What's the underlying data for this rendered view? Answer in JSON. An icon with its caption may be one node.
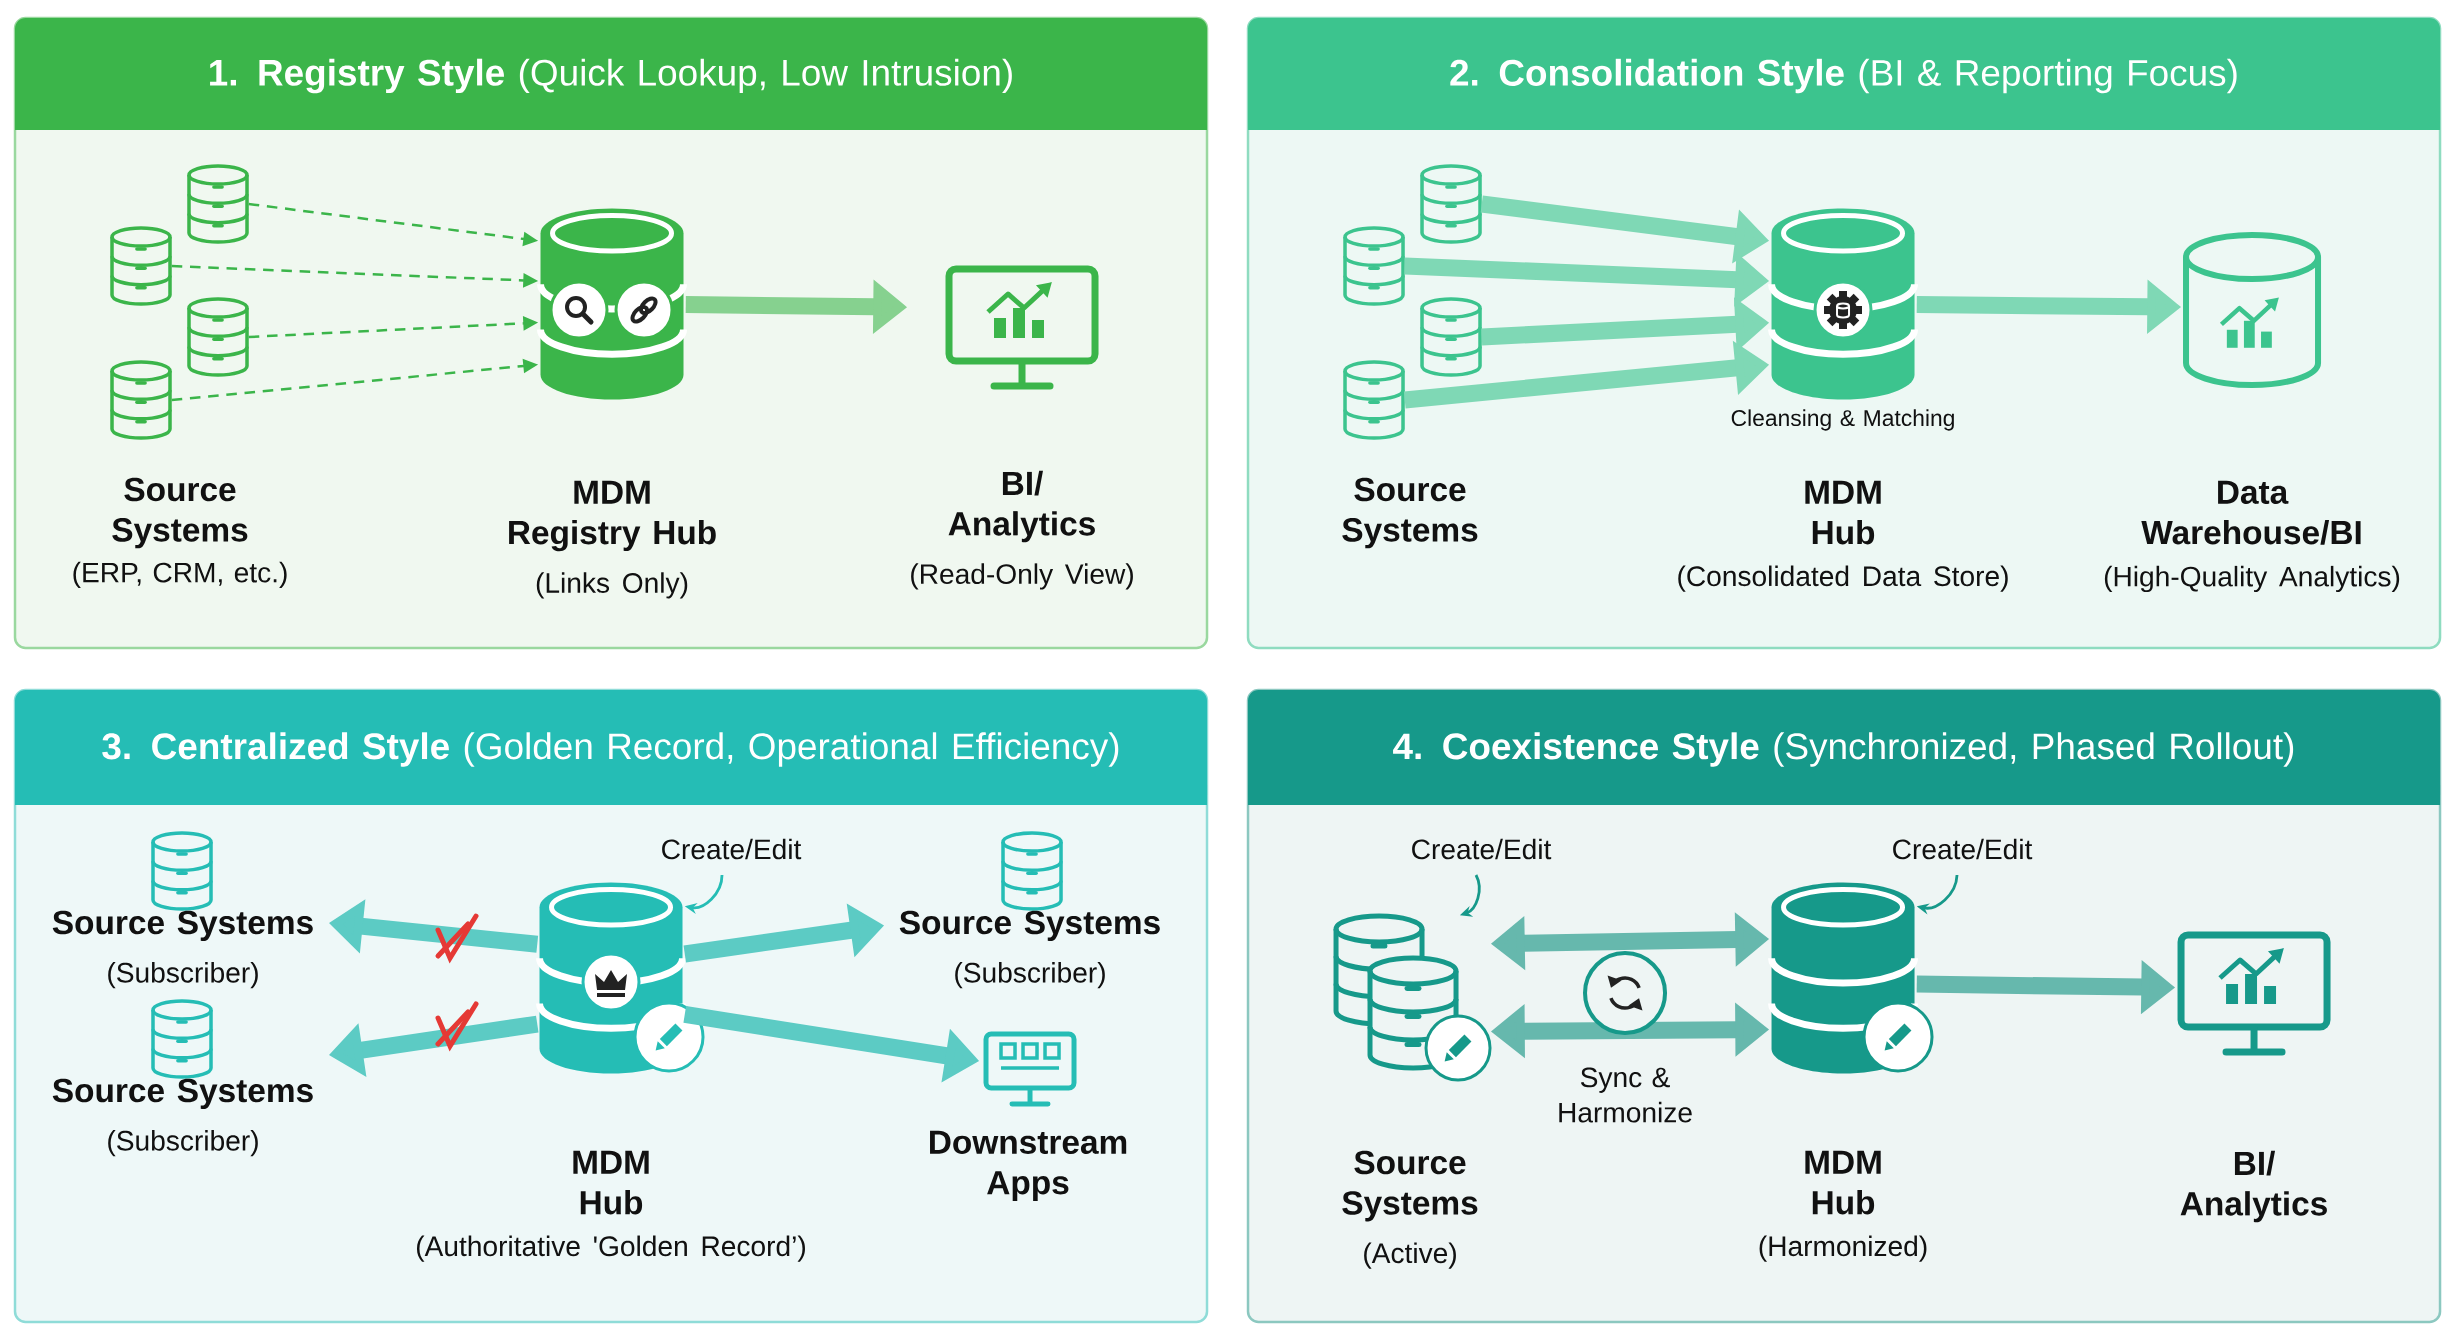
{
  "diagram": {
    "nodes": [
      {
        "text": [
          "**1. Registry Style** (Quick Lookup, Low Intrusion)"
        ]
      },
      {
        "text": [],
        "shape": "cylinder",
        "in": 0
      },
      {
        "text": [],
        "shape": "cylinder",
        "in": 0
      },
      {
        "text": [],
        "shape": "cylinder",
        "in": 0
      },
      {
        "text": [],
        "shape": "cylinder",
        "in": 0
      },
      {
        "text": [
          "MDM Registry Hub",
          "(Links Only)"
        ],
        "in": 0
      },
      {
        "text": [
          "BI/ Analytics",
          "(Read-Only View)"
        ],
        "in": 0
      },
      {
        "text": [
          "**2. Consolidation Style** (BI & Reporting Focus)"
        ]
      },
      {
        "text": [],
        "shape": "cylinder",
        "in": 7
      },
      {
        "text": [],
        "shape": "cylinder",
        "in": 7
      },
      {
        "text": [],
        "shape": "cylinder",
        "in": 7
      },
      {
        "text": [],
        "shape": "cylinder",
        "in": 7
      },
      {
        "text": [
          "MDM Hub",
          "(Consolidated Data Store)"
        ],
        "beside": [
          "Cleansing & Matching"
        ],
        "in": 7
      },
      {
        "text": [
          "Data Warehouse/BI",
          "(High-Quality Analytics)"
        ],
        "in": 7
      },
      {
        "text": [
          "**3. Centralized Style** (Golden Record, Operational Efficiency)"
        ]
      },
      {
        "text": [
          "Source Systems",
          "(Subscriber)"
        ],
        "in": 14
      },
      {
        "text": [
          "Source Systems",
          "(Subscriber)"
        ],
        "in": 14
      },
      {
        "text": [
          "MDM Hub",
          "(Authoritative 'Golden Record’)"
        ],
        "beside": [
          "Create/Edit"
        ],
        "in": 14
      },
      {
        "text": [
          "Source Systems",
          "(Subscriber)"
        ],
        "in": 14
      },
      {
        "text": [
          "Downstream Apps"
        ],
        "in": 14
      },
      {
        "text": [
          "**4. Coexistence Style** (Synchronized, Phased Rollout)"
        ]
      },
      {
        "text": [
          "Source Systems",
          "(Active)"
        ],
        "beside": [
          "Create/Edit"
        ],
        "in": 20
      },
      {
        "text": [
          "MDM Hub",
          "(Harmonized)"
        ],
        "beside": [
          "Create/Edit"
        ],
        "in": 20
      },
      {
        "text": [
          "BI/ Analytics"
        ],
        "in": 20
      }
    ],
    "edges": [
      {
        "from": 1,
        "to": 5,
        "arrow": "to",
        "style": "dashed",
        "color": "#3bb54a"
      },
      {
        "from": 2,
        "to": 5,
        "arrow": "to",
        "style": "dashed",
        "color": "#3bb54a"
      },
      {
        "from": 3,
        "to": 5,
        "arrow": "to",
        "style": "dashed",
        "color": "#3bb54a"
      },
      {
        "from": 4,
        "to": 5,
        "arrow": "to",
        "style": "dashed",
        "color": "#3bb54a"
      },
      {
        "from": 5,
        "to": 6,
        "arrow": "to",
        "color": "#86d18f"
      },
      {
        "from": 8,
        "to": 12,
        "arrow": "to",
        "color": "#7fd8b5"
      },
      {
        "from": 9,
        "to": 12,
        "arrow": "to",
        "color": "#7fd8b5"
      },
      {
        "from": 10,
        "to": 12,
        "arrow": "to",
        "color": "#7fd8b5"
      },
      {
        "from": 11,
        "to": 12,
        "arrow": "to",
        "color": "#7fd8b5"
      },
      {
        "from": 12,
        "to": 13,
        "arrow": "to",
        "color": "#7fd8b5"
      },
      {
        "from": 17,
        "to": 15,
        "arrow": "to",
        "color": "#5ccbc4"
      },
      {
        "from": 17,
        "to": 16,
        "arrow": "to",
        "color": "#5ccbc4"
      },
      {
        "from": 17,
        "to": 18,
        "arrow": "to",
        "color": "#5ccbc4"
      },
      {
        "from": 17,
        "to": 19,
        "arrow": "to",
        "color": "#5ccbc4"
      },
      {
        "from": null,
        "to": 17,
        "arrow": "to",
        "color": "#25bdb5"
      },
      {
        "from": 21,
        "to": 22,
        "arrow": "both",
        "color": "#66b8ad"
      },
      {
        "from": 21,
        "to": 22,
        "arrow": "both",
        "color": "#66b8ad"
      },
      {
        "from": 22,
        "to": 23,
        "arrow": "to",
        "color": "#66b8ad"
      },
      {
        "from": null,
        "to": 21,
        "arrow": "to",
        "color": "#16998a"
      },
      {
        "from": null,
        "to": 22,
        "arrow": "to",
        "color": "#16998a"
      }
    ],
    "labels": [
      "Source Systems",
      "(ERP, CRM, etc.)",
      "Source Systems",
      "Sync & Harmonize"
    ]
  }
}
